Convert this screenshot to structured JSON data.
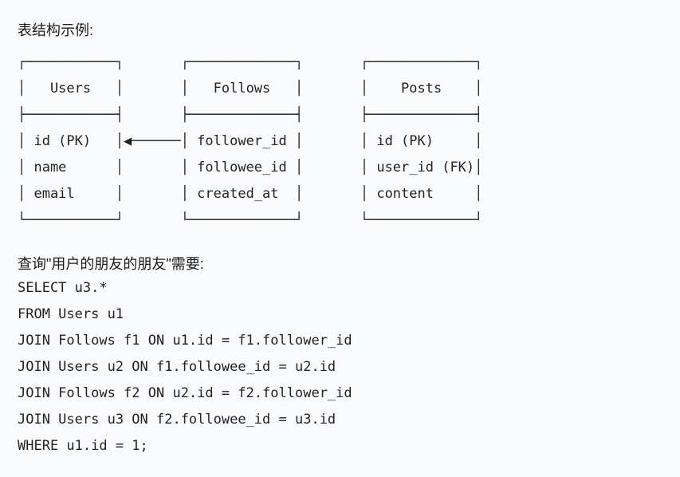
{
  "page": {
    "bg_color": "#fafbfd",
    "text_color": "#1b1b1b"
  },
  "sections": {
    "diagram_title": "表结构示例:",
    "query_intro": "查询\"用户的朋友的朋友\"需要:"
  },
  "diagram": {
    "ascii_art": "┌───────────┐       ┌─────────────┐       ┌─────────────┐\n│   Users   │       │   Follows   │       │    Posts    │\n├───────────┤       ├─────────────┤       ├─────────────┤\n│ id (PK)   │◀──────│ follower_id │       │ id (PK)     │\n│ name      │       │ followee_id │       │ user_id (FK)│\n│ email     │       │ created_at  │       │ content     │\n└───────────┘       └─────────────┘       └─────────────┘",
    "tables": [
      {
        "name": "Users",
        "columns": [
          "id (PK)",
          "name",
          "email"
        ]
      },
      {
        "name": "Follows",
        "columns": [
          "follower_id",
          "followee_id",
          "created_at"
        ]
      },
      {
        "name": "Posts",
        "columns": [
          "id (PK)",
          "user_id (FK)",
          "content"
        ]
      }
    ],
    "relation": {
      "from": "Follows.follower_id",
      "to": "Users.id",
      "arrow_direction": "left"
    }
  },
  "sql": {
    "lines": [
      "SELECT u3.*",
      "FROM Users u1",
      "JOIN Follows f1 ON u1.id = f1.follower_id",
      "JOIN Users u2 ON f1.followee_id = u2.id",
      "JOIN Follows f2 ON u2.id = f2.follower_id",
      "JOIN Users u3 ON f2.followee_id = u3.id",
      "WHERE u1.id = 1;"
    ]
  }
}
